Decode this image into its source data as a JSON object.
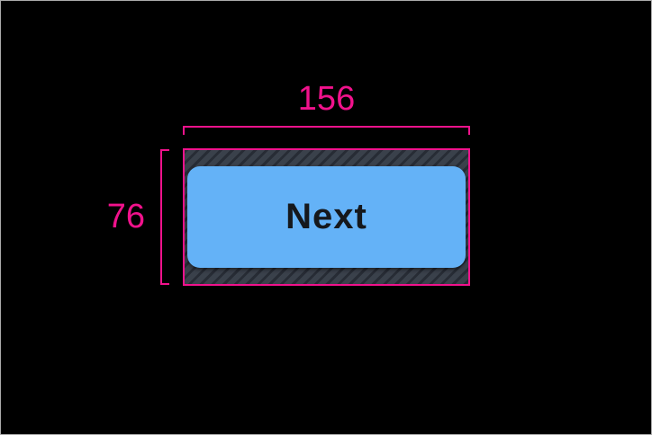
{
  "colors": {
    "canvas-bg": "#000000",
    "canvas-border": "#ABABAB",
    "dimension-accent": "#F1128C",
    "button-fill": "#64B2F7",
    "button-text": "#15181C",
    "hatch-bg": "#3A414B",
    "hatch-stripe": "#272C35"
  },
  "dimensions": {
    "width_label": "156",
    "height_label": "76"
  },
  "widget": {
    "button_label": "Next"
  }
}
